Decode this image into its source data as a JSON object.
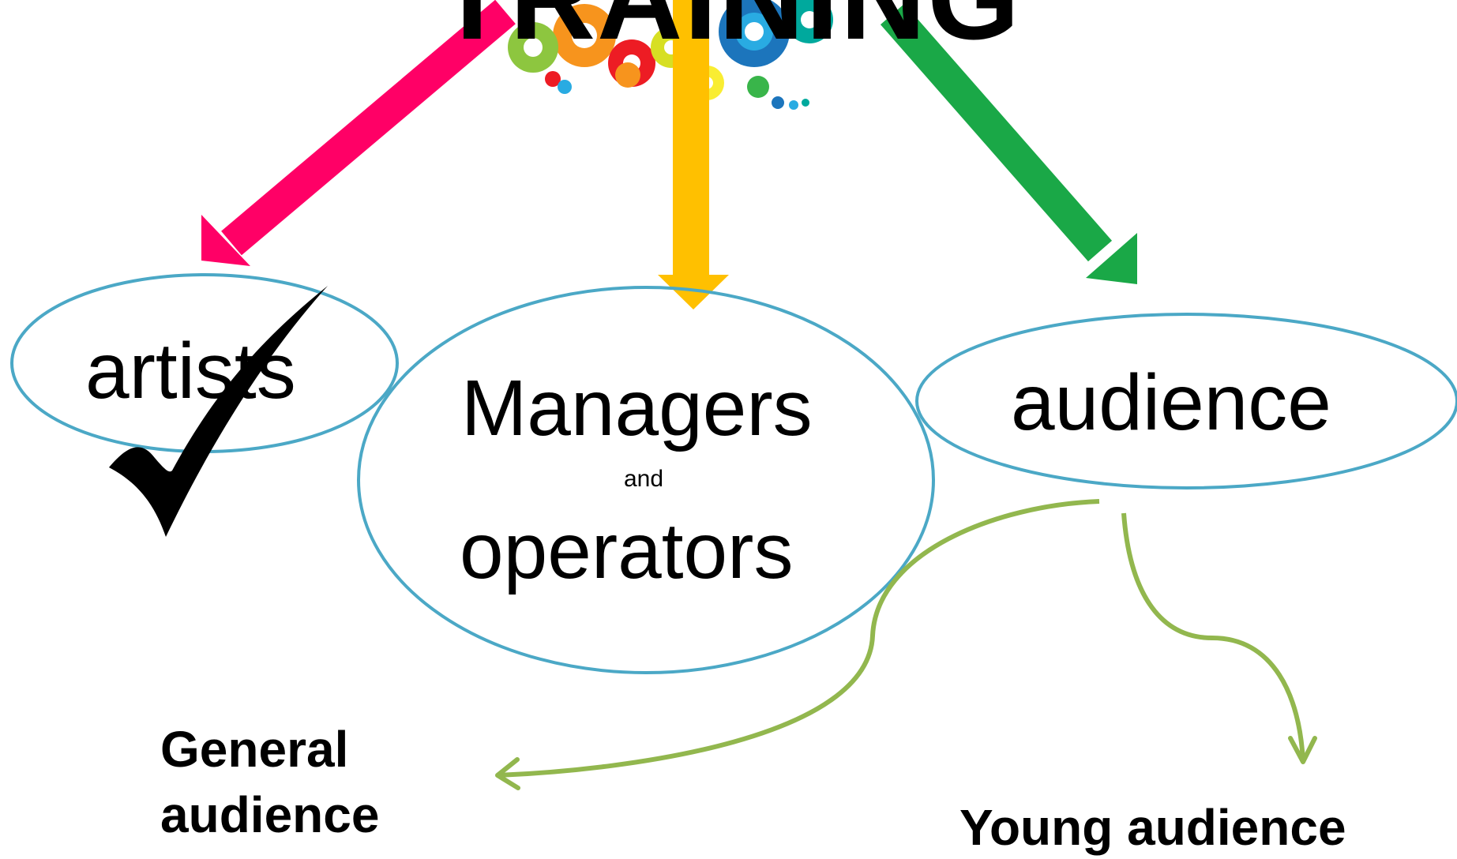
{
  "title": "TRAINING",
  "nodes": {
    "artists": "artists",
    "managers_line1": "Managers",
    "managers_and": "and",
    "managers_line2": "operators",
    "audience": "audience"
  },
  "sub_nodes": {
    "general_line1": "General",
    "general_line2": "audience",
    "young": "Young audience"
  },
  "colors": {
    "arrow_pink": "#ff0066",
    "arrow_yellow": "#ffc000",
    "arrow_green": "#1aa847",
    "ellipse_stroke": "#4ba8c6",
    "curve_green": "#92b74e",
    "text": "#000000"
  },
  "icons": [
    "gears-cloud-image",
    "checkmark-icon"
  ]
}
